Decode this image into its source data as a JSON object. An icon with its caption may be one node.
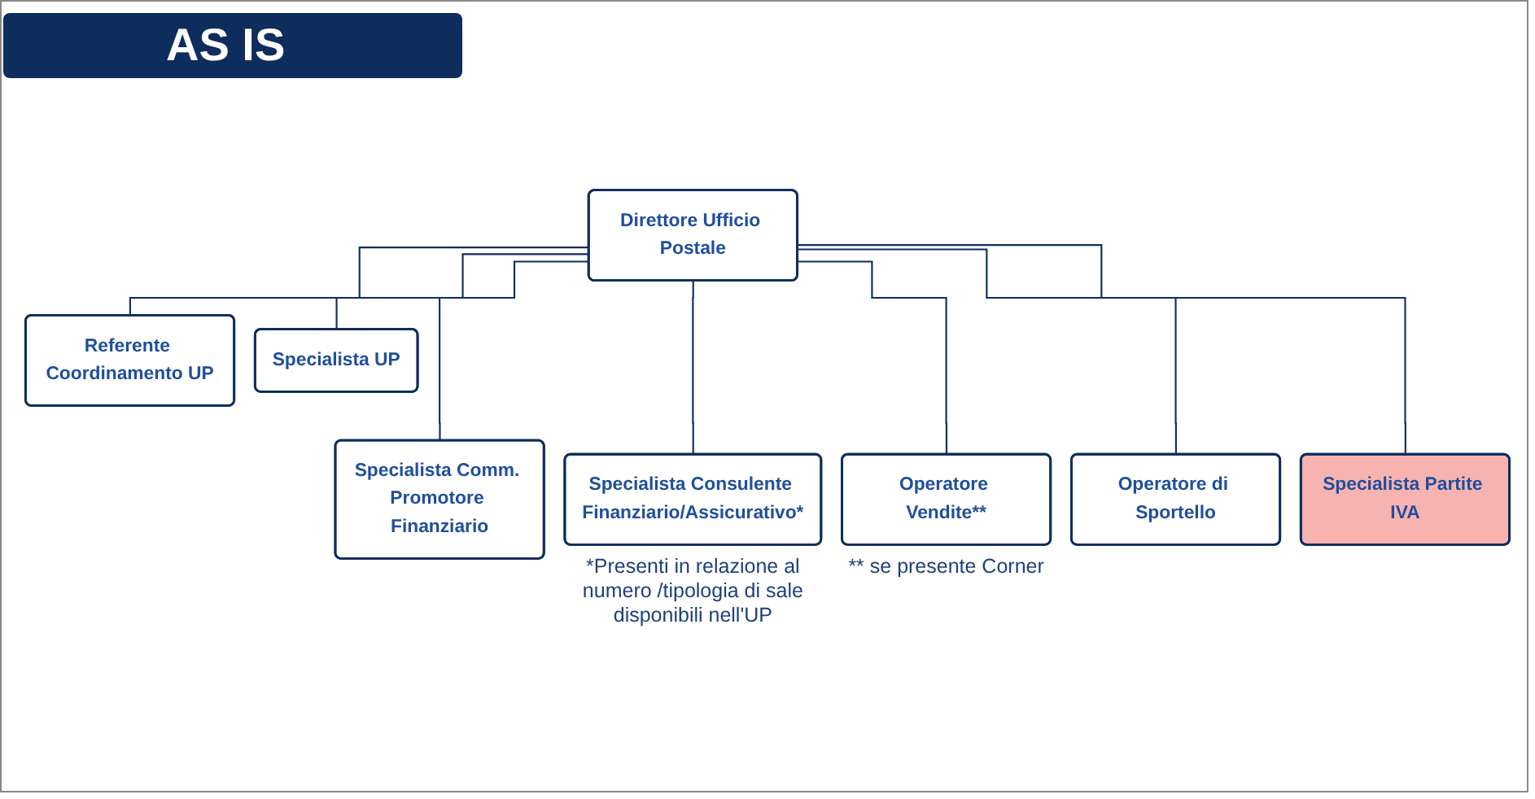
{
  "diagram": {
    "title": "AS IS",
    "nodes": [
      {
        "text": [
          "Direttore Ufficio Postale"
        ]
      },
      {
        "text": [
          "Referente Coordinamento UP"
        ]
      },
      {
        "text": [
          "Specialista UP"
        ]
      },
      {
        "text": [
          "Specialista Comm. Promotore Finanziario"
        ]
      },
      {
        "text": [
          "Specialista Consulente Finanziario/Assicurativo*"
        ],
        "beside": [
          "*Presenti in relazione al numero /tipologia di sale disponibili nell'UP"
        ]
      },
      {
        "text": [
          "Operatore Vendite**"
        ],
        "beside": [
          "** se presente Corner"
        ]
      },
      {
        "text": [
          "Operatore di Sportello"
        ]
      },
      {
        "text": [
          "Specialista Partite IVA"
        ]
      }
    ],
    "edges": [
      {
        "from": 0,
        "to": 1,
        "arrow": "none"
      },
      {
        "from": 0,
        "to": 2,
        "arrow": "none"
      },
      {
        "from": 0,
        "to": 3,
        "arrow": "none"
      },
      {
        "from": 0,
        "to": 4,
        "arrow": "none"
      },
      {
        "from": 0,
        "to": 5,
        "arrow": "none"
      },
      {
        "from": 0,
        "to": 6,
        "arrow": "none"
      },
      {
        "from": 0,
        "to": 7,
        "arrow": "none"
      }
    ]
  }
}
